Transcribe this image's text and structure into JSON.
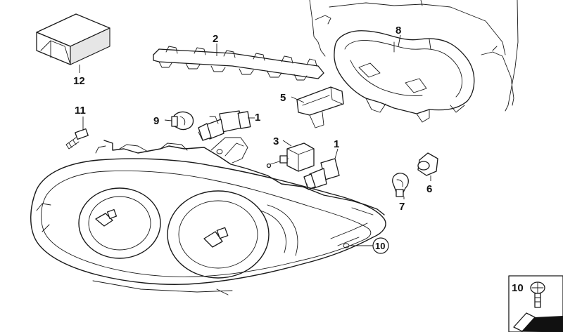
{
  "diagram": {
    "callouts": [
      {
        "id": "c1a",
        "label": "1"
      },
      {
        "id": "c1b",
        "label": "1"
      },
      {
        "id": "c2",
        "label": "2"
      },
      {
        "id": "c3",
        "label": "3"
      },
      {
        "id": "c5",
        "label": "5"
      },
      {
        "id": "c6",
        "label": "6"
      },
      {
        "id": "c7",
        "label": "7"
      },
      {
        "id": "c8",
        "label": "8"
      },
      {
        "id": "c9",
        "label": "9"
      },
      {
        "id": "c10",
        "label": "10"
      },
      {
        "id": "c11",
        "label": "11"
      },
      {
        "id": "c12",
        "label": "12"
      }
    ],
    "legend_box": {
      "label": "10"
    }
  }
}
